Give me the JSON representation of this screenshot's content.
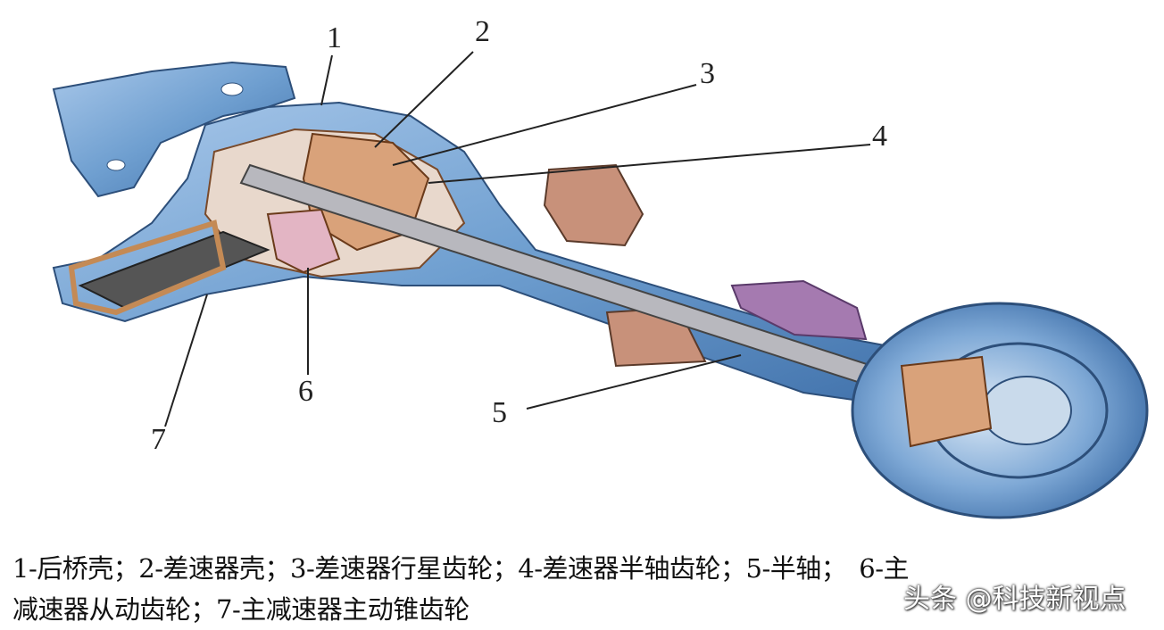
{
  "labels": {
    "l1": "1",
    "l2": "2",
    "l3": "3",
    "l4": "4",
    "l5": "5",
    "l6": "6",
    "l7": "7"
  },
  "caption": {
    "line1": "1-后桥壳；2-差速器壳；3-差速器行星齿轮；4-差速器半轴齿轮；5-半轴；　6-主",
    "line2": "减速器从动齿轮；7-主减速器主动锥齿轮"
  },
  "watermark": "头条 @科技新视点",
  "colors": {
    "housing": "#6f9fd0",
    "housing_dark": "#3d6ea8",
    "gear": "#d9a27a",
    "shaft": "#9a9aa0",
    "mount": "#a57ab0"
  }
}
